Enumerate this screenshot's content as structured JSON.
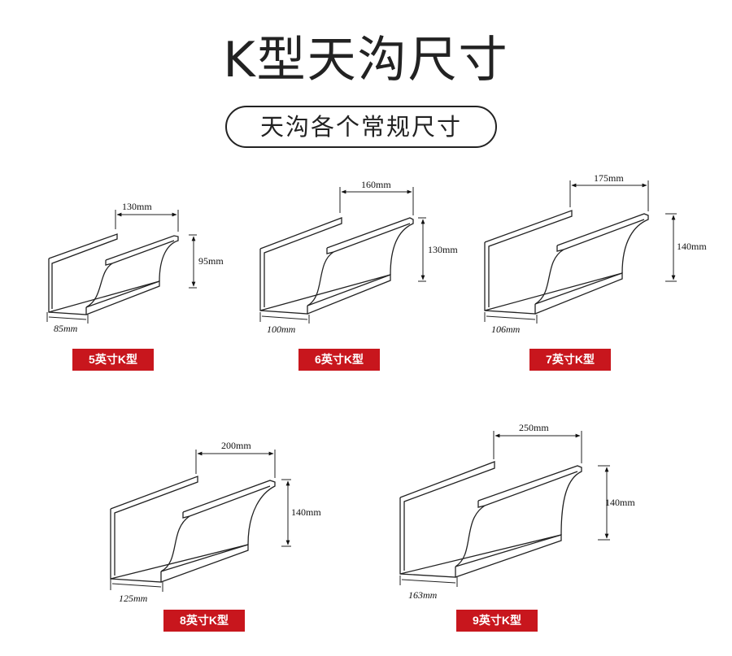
{
  "header": {
    "title": "K型天沟尺寸",
    "subtitle": "天沟各个常规尺寸"
  },
  "gutters": [
    {
      "label": "5英寸K型",
      "width": "130mm",
      "height": "95mm",
      "base": "85mm"
    },
    {
      "label": "6英寸K型",
      "width": "160mm",
      "height": "130mm",
      "base": "100mm"
    },
    {
      "label": "7英寸K型",
      "width": "175mm",
      "height": "140mm",
      "base": "106mm"
    },
    {
      "label": "8英寸K型",
      "width": "200mm",
      "height": "140mm",
      "base": "125mm"
    },
    {
      "label": "9英寸K型",
      "width": "250mm",
      "height": "140mm",
      "base": "163mm"
    }
  ],
  "colors": {
    "label_bg": "#c8161d",
    "line": "#222222"
  }
}
